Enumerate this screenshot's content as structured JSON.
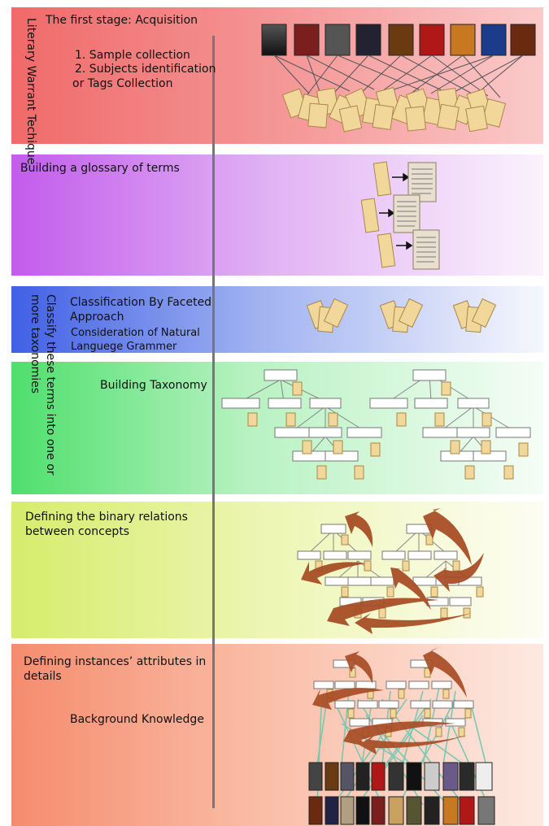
{
  "stages": {
    "acquisition": {
      "title": "The first stage: Acquisition",
      "side_label": "Literary Warrant Techique",
      "step1": "1. Sample collection",
      "step2": "2. Subjects identification",
      "step3": "or Tags Collection"
    },
    "glossary": {
      "title": "Building a glossary of terms"
    },
    "classification": {
      "title_line1": "Classification By Faceted",
      "title_line2": "Approach",
      "note_line1": "Consideration of Natural",
      "note_line2": "Languege  Grammer"
    },
    "taxonomy": {
      "title": "Building Taxonomy"
    },
    "classify_side": {
      "line1": "Classify these terms into one or",
      "line2": "more taxonomies"
    },
    "relations": {
      "line1": "Defining the binary relations",
      "line2": "between concepts"
    },
    "attributes": {
      "line1": "Defining instances’ attributes in",
      "line2": "details",
      "note": "Background Knowledge"
    }
  },
  "colors": {
    "acquisition": "#f06a6a",
    "glossary": "#c25cec",
    "classification": "#4060e6",
    "taxonomy": "#4edf6c",
    "relations": "#d6ec6c",
    "attributes": "#f58c6e",
    "tag": "#f2d79a",
    "arrow": "#a64a22",
    "link": "#6fc7b0"
  }
}
